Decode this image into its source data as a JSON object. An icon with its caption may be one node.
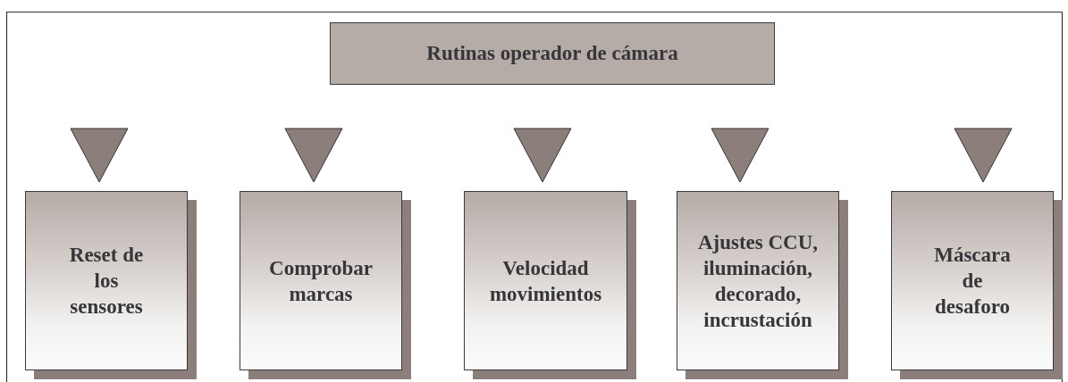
{
  "diagram": {
    "nodes": [
      {
        "text": [
          "Rutinas operador de cámara"
        ]
      },
      {
        "text": [
          "Reset de los sensores"
        ]
      },
      {
        "text": [
          "Comprobar marcas"
        ]
      },
      {
        "text": [
          "Velocidad movimientos"
        ]
      },
      {
        "text": [
          "Ajustes CCU, iluminación, decorado, incrustación"
        ]
      },
      {
        "text": [
          "Máscara de desaforo"
        ]
      }
    ]
  }
}
